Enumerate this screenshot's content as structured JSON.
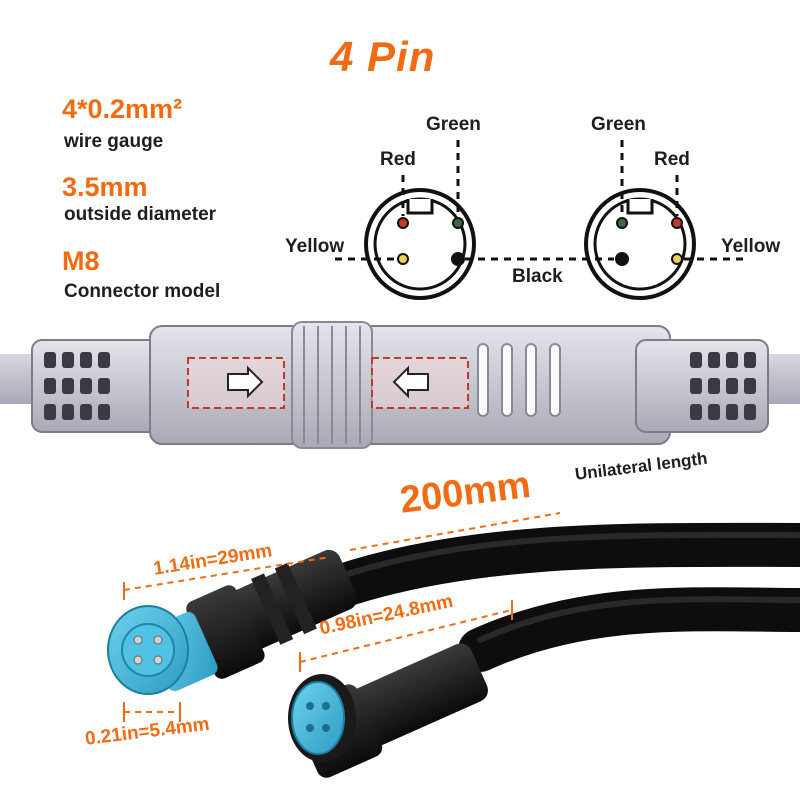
{
  "title": "4 Pin",
  "specs": [
    {
      "value": "4*0.2mm²",
      "label": "wire gauge"
    },
    {
      "value": "3.5mm",
      "label": "outside diameter"
    },
    {
      "value": "M8",
      "label": "Connector model"
    }
  ],
  "pinout": {
    "left": {
      "green": "Green",
      "red": "Red",
      "yellow": "Yellow"
    },
    "right": {
      "green": "Green",
      "red": "Red",
      "yellow": "Yellow"
    },
    "shared": {
      "black": "Black"
    }
  },
  "dimensions": {
    "length_value": "200mm",
    "length_label": "Unilateral length",
    "male_length": "1.14in=29mm",
    "female_length": "0.98in=24.8mm",
    "pin_diameter": "0.21in=5.4mm"
  },
  "colors": {
    "accent": "#f26b12",
    "text": "#1e1e1e",
    "connector_tip": "#3fb7d9",
    "cable": "#141414",
    "housing": "#c9c9d3",
    "pin_red": "#c0392b",
    "pin_green": "#3d6b3d",
    "pin_yellow": "#e6cf5a",
    "pin_black": "#111111"
  }
}
